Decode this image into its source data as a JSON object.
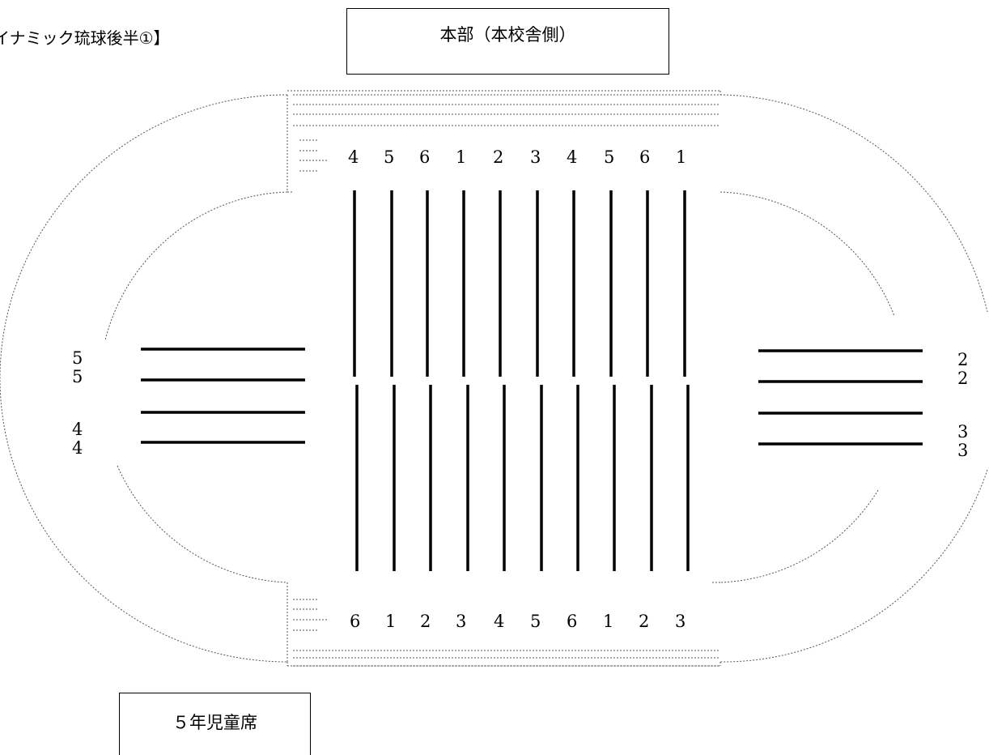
{
  "title": "イナミック琉球後半①】",
  "headquarters_label": "本部（本校舎側）",
  "seats_label": "５年児童席",
  "top_numbers": [
    "4",
    "5",
    "6",
    "1",
    "2",
    "3",
    "4",
    "5",
    "6",
    "1"
  ],
  "bottom_numbers": [
    "6",
    "1",
    "2",
    "3",
    "4",
    "5",
    "6",
    "1",
    "2",
    "3"
  ],
  "left_numbers": [
    "5",
    "5",
    "4",
    "4"
  ],
  "right_numbers": [
    "2",
    "2",
    "3",
    "3"
  ]
}
